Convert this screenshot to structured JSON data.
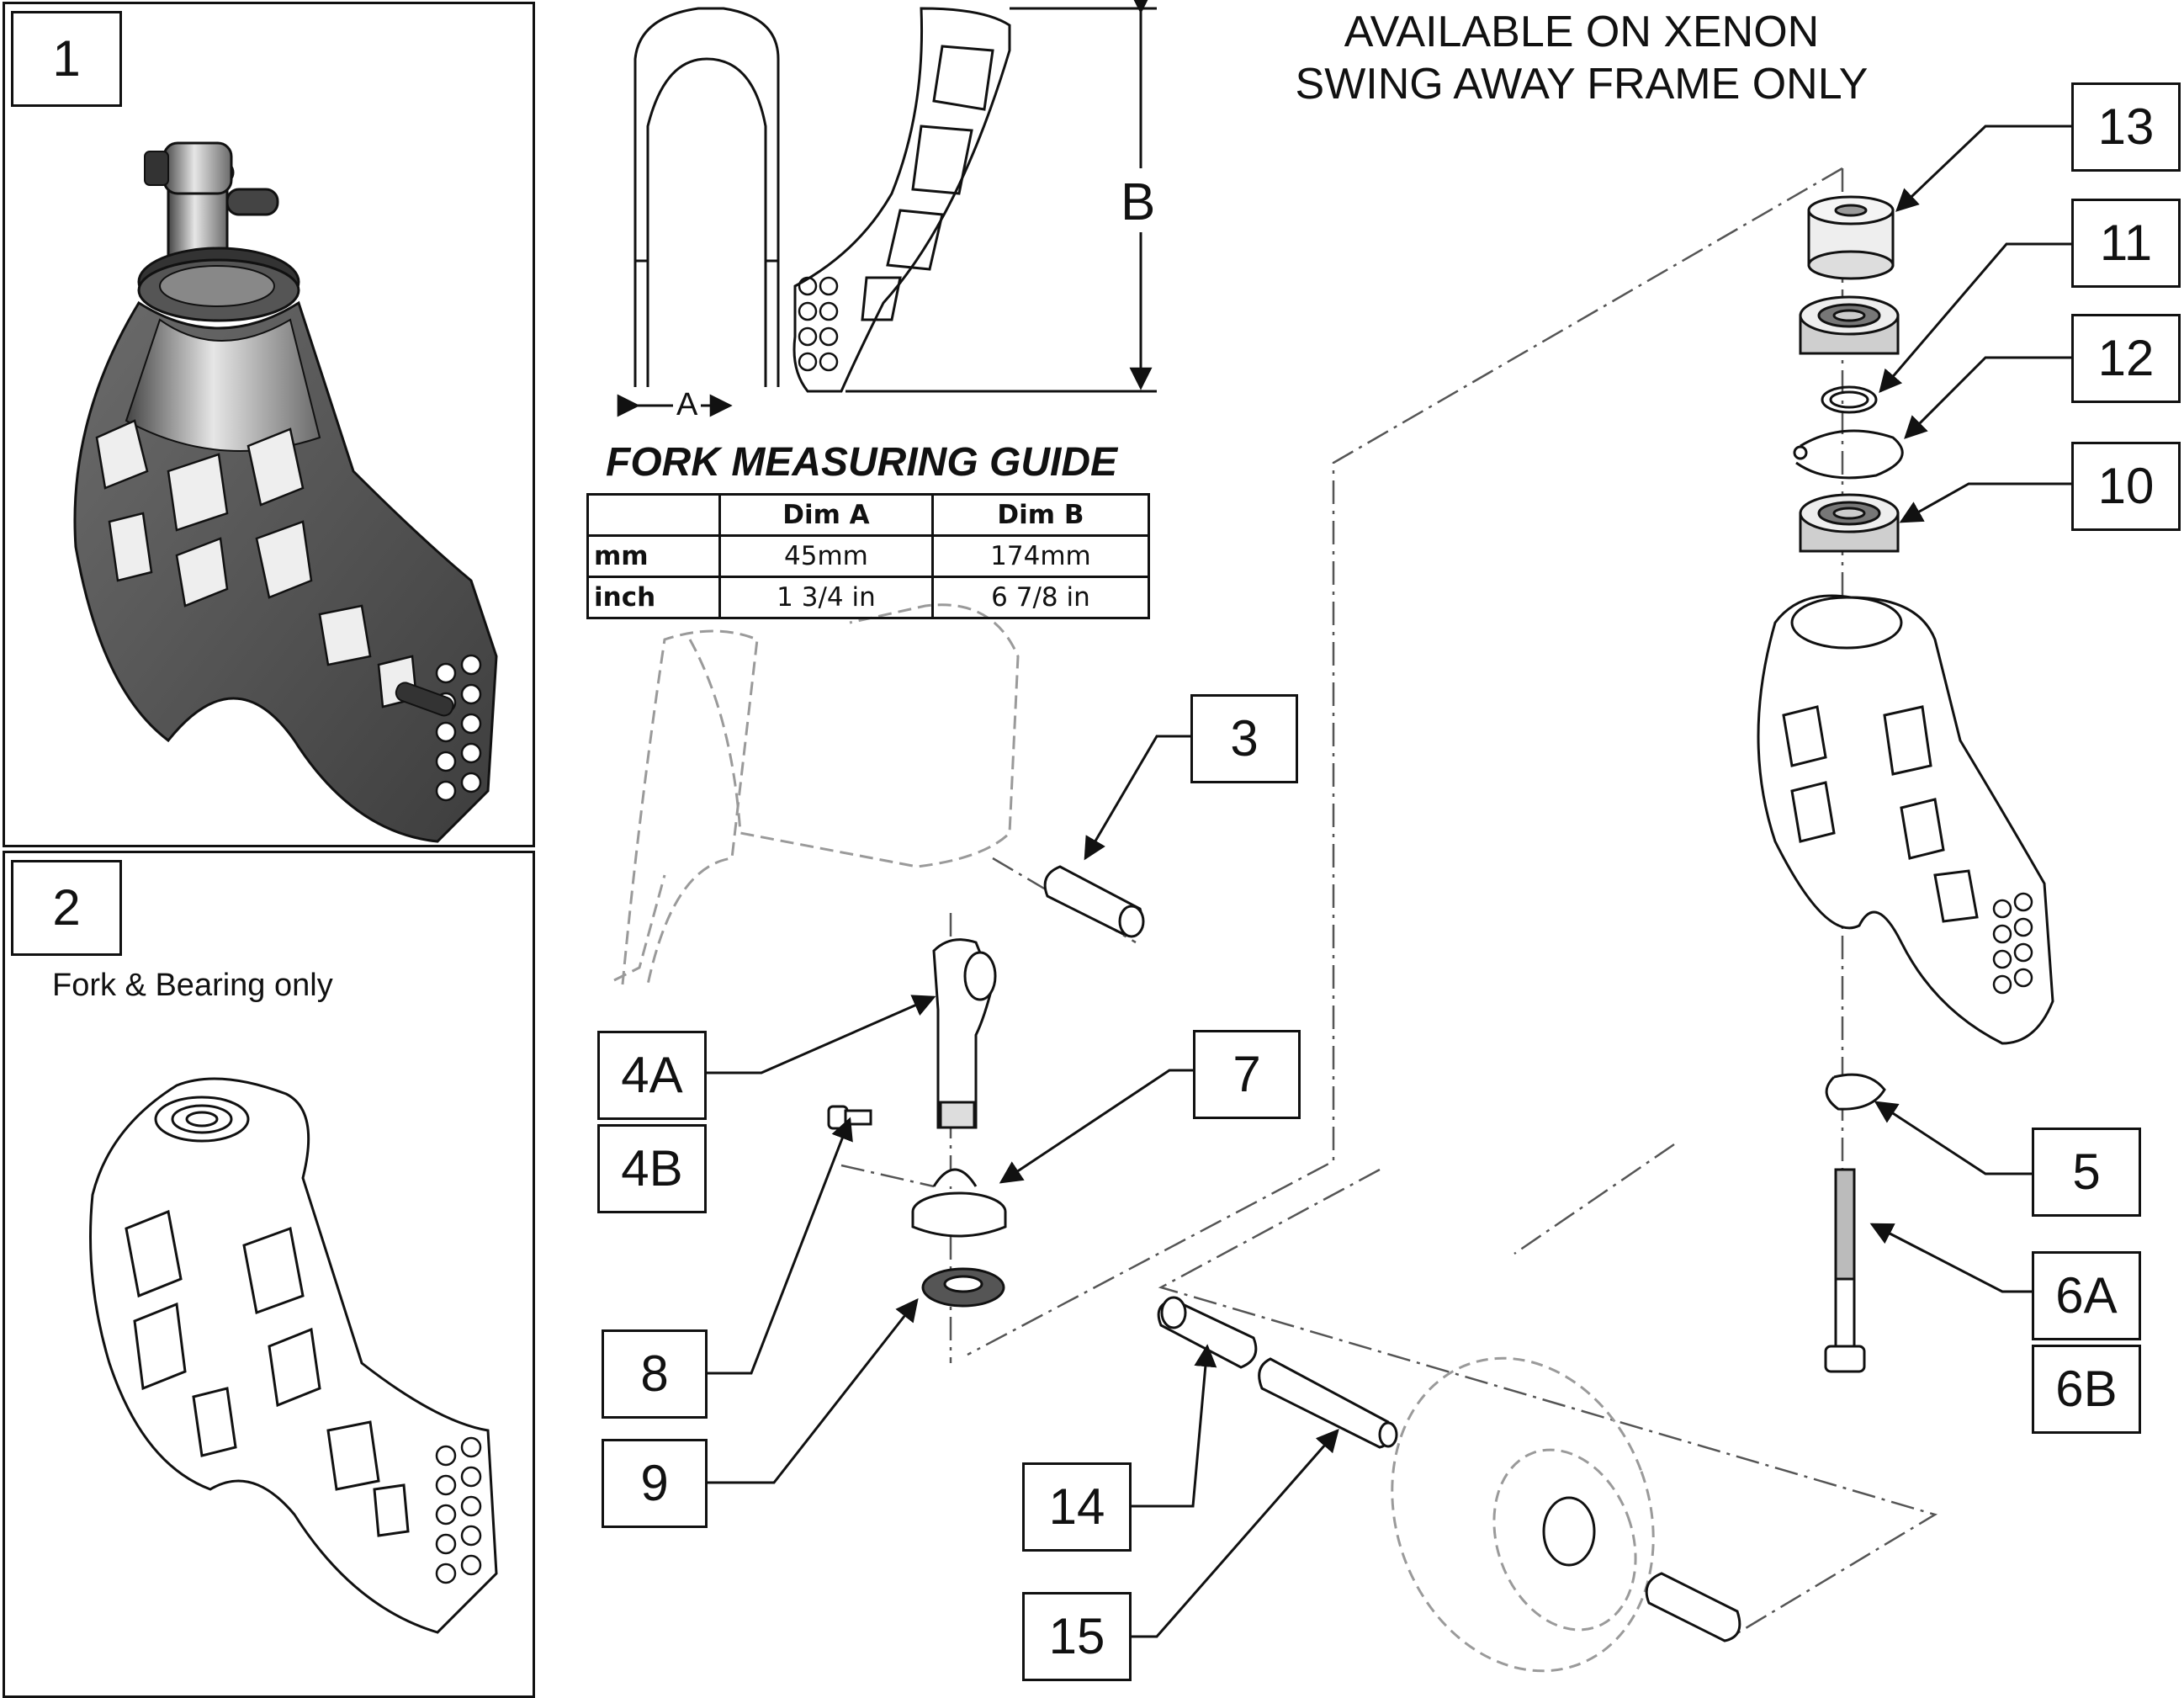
{
  "header": {
    "line1": "AVAILABLE ON XENON",
    "line2": "SWING AWAY FRAME ONLY"
  },
  "panel1": {
    "label": "1"
  },
  "panel2": {
    "label": "2",
    "caption": "Fork & Bearing only"
  },
  "dimensions": {
    "a": "A",
    "b": "B"
  },
  "guide": {
    "title": "FORK MEASURING GUIDE",
    "headers": [
      "",
      "Dim A",
      "Dim B"
    ],
    "rows": [
      {
        "unit": "mm",
        "dim_a": "45mm",
        "dim_b": "174mm"
      },
      {
        "unit": "inch",
        "dim_a": "1 3/4 in",
        "dim_b": "6 7/8 in"
      }
    ]
  },
  "callouts": {
    "c3": "3",
    "c4a": "4A",
    "c4b": "4B",
    "c5": "5",
    "c6a": "6A",
    "c6b": "6B",
    "c7": "7",
    "c8": "8",
    "c9": "9",
    "c10": "10",
    "c11": "11",
    "c12": "12",
    "c13": "13",
    "c14": "14",
    "c15": "15"
  },
  "colors": {
    "line": "#111111",
    "metal_dark": "#5a5a5a",
    "metal_light": "#c8c8c8",
    "ghost": "#9a9a9a"
  }
}
